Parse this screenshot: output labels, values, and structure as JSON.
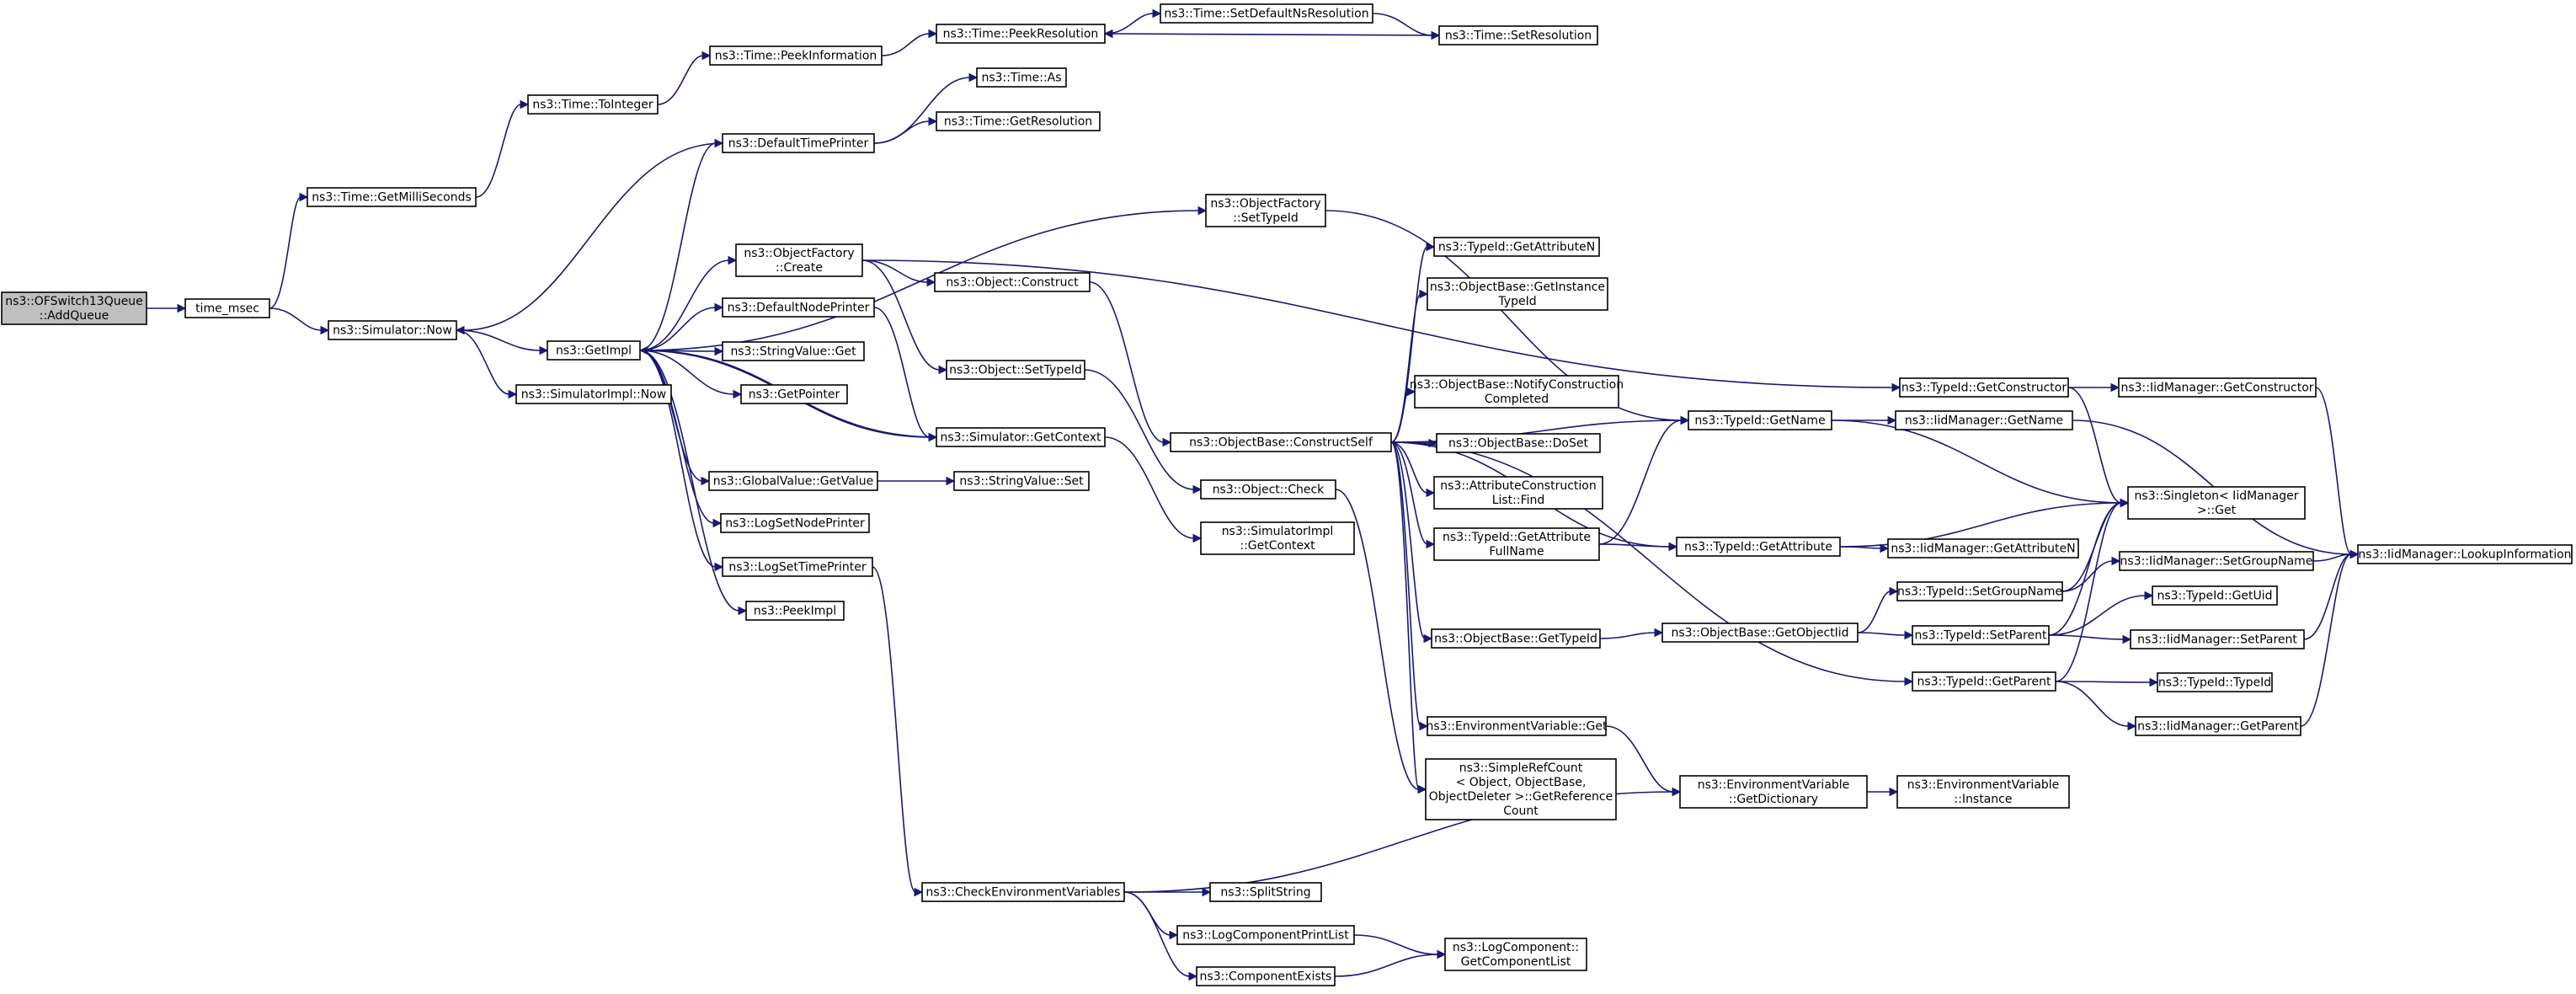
{
  "colors": {
    "edge": "#191970",
    "root_fill": "#bfbfbf",
    "node_fill": "#ffffff",
    "node_border": "#000000"
  },
  "nodes": [
    {
      "id": "root",
      "lines": [
        "ns3::OFSwitch13Queue",
        "::AddQueue"
      ],
      "root": true
    },
    {
      "id": "time_msec",
      "lines": [
        "time_msec"
      ]
    },
    {
      "id": "getmilli",
      "lines": [
        "ns3::Time::GetMilliSeconds"
      ]
    },
    {
      "id": "tointeger",
      "lines": [
        "ns3::Time::ToInteger"
      ]
    },
    {
      "id": "peekinfo",
      "lines": [
        "ns3::Time::PeekInformation"
      ]
    },
    {
      "id": "peekres",
      "lines": [
        "ns3::Time::PeekResolution"
      ]
    },
    {
      "id": "setdefns",
      "lines": [
        "ns3::Time::SetDefaultNsResolution"
      ]
    },
    {
      "id": "setres",
      "lines": [
        "ns3::Time::SetResolution"
      ]
    },
    {
      "id": "timeas",
      "lines": [
        "ns3::Time::As"
      ]
    },
    {
      "id": "getres",
      "lines": [
        "ns3::Time::GetResolution"
      ]
    },
    {
      "id": "deftime",
      "lines": [
        "ns3::DefaultTimePrinter"
      ]
    },
    {
      "id": "simnow",
      "lines": [
        "ns3::Simulator::Now"
      ]
    },
    {
      "id": "getimpl",
      "lines": [
        "ns3::GetImpl"
      ]
    },
    {
      "id": "simimplnow",
      "lines": [
        "ns3::SimulatorImpl::Now"
      ]
    },
    {
      "id": "ofcreate",
      "lines": [
        "ns3::ObjectFactory",
        "::Create"
      ]
    },
    {
      "id": "defnode",
      "lines": [
        "ns3::DefaultNodePrinter"
      ]
    },
    {
      "id": "strget",
      "lines": [
        "ns3::StringValue::Get"
      ]
    },
    {
      "id": "getpointer",
      "lines": [
        "ns3::GetPointer"
      ]
    },
    {
      "id": "simctx",
      "lines": [
        "ns3::Simulator::GetContext"
      ]
    },
    {
      "id": "gvget",
      "lines": [
        "ns3::GlobalValue::GetValue"
      ]
    },
    {
      "id": "strset",
      "lines": [
        "ns3::StringValue::Set"
      ]
    },
    {
      "id": "logsetnode",
      "lines": [
        "ns3::LogSetNodePrinter"
      ]
    },
    {
      "id": "logsettime",
      "lines": [
        "ns3::LogSetTimePrinter"
      ]
    },
    {
      "id": "peekimpl",
      "lines": [
        "ns3::PeekImpl"
      ]
    },
    {
      "id": "simimplctx",
      "lines": [
        "ns3::SimulatorImpl",
        "::GetContext"
      ]
    },
    {
      "id": "ofsettid",
      "lines": [
        "ns3::ObjectFactory",
        "::SetTypeId"
      ]
    },
    {
      "id": "objconstruct",
      "lines": [
        "ns3::Object::Construct"
      ]
    },
    {
      "id": "objsettid",
      "lines": [
        "ns3::Object::SetTypeId"
      ]
    },
    {
      "id": "constructself",
      "lines": [
        "ns3::ObjectBase::ConstructSelf"
      ]
    },
    {
      "id": "objcheck",
      "lines": [
        "ns3::Object::Check"
      ]
    },
    {
      "id": "getattrn",
      "lines": [
        "ns3::TypeId::GetAttributeN"
      ]
    },
    {
      "id": "getinst",
      "lines": [
        "ns3::ObjectBase::GetInstance",
        "TypeId"
      ]
    },
    {
      "id": "notify",
      "lines": [
        "ns3::ObjectBase::NotifyConstruction",
        "Completed"
      ]
    },
    {
      "id": "doset",
      "lines": [
        "ns3::ObjectBase::DoSet"
      ]
    },
    {
      "id": "acfind",
      "lines": [
        "ns3::AttributeConstruction",
        "List::Find"
      ]
    },
    {
      "id": "getattrfull",
      "lines": [
        "ns3::TypeId::GetAttribute",
        "FullName"
      ]
    },
    {
      "id": "obgettid",
      "lines": [
        "ns3::ObjectBase::GetTypeId"
      ]
    },
    {
      "id": "envget",
      "lines": [
        "ns3::EnvironmentVariable::Get"
      ]
    },
    {
      "id": "simplerc",
      "lines": [
        "ns3::SimpleRefCount",
        "< Object, ObjectBase,",
        "ObjectDeleter >::GetReference",
        "Count"
      ]
    },
    {
      "id": "tidgetname",
      "lines": [
        "ns3::TypeId::GetName"
      ]
    },
    {
      "id": "tidgetattr",
      "lines": [
        "ns3::TypeId::GetAttribute"
      ]
    },
    {
      "id": "getobjtid",
      "lines": [
        "ns3::ObjectBase::GetObjectIid"
      ]
    },
    {
      "id": "tidgetparent",
      "lines": [
        "ns3::TypeId::GetParent"
      ]
    },
    {
      "id": "envdict",
      "lines": [
        "ns3::EnvironmentVariable",
        "::GetDictionary"
      ]
    },
    {
      "id": "checkenv",
      "lines": [
        "ns3::CheckEnvironmentVariables"
      ]
    },
    {
      "id": "splitstr",
      "lines": [
        "ns3::SplitString"
      ]
    },
    {
      "id": "logprint",
      "lines": [
        "ns3::LogComponentPrintList"
      ]
    },
    {
      "id": "compexists",
      "lines": [
        "ns3::ComponentExists"
      ]
    },
    {
      "id": "getcomplist",
      "lines": [
        "ns3::LogComponent::",
        "GetComponentList"
      ]
    },
    {
      "id": "envinst",
      "lines": [
        "ns3::EnvironmentVariable",
        "::Instance"
      ]
    },
    {
      "id": "tidgetctor",
      "lines": [
        "ns3::TypeId::GetConstructor"
      ]
    },
    {
      "id": "iidgetname",
      "lines": [
        "ns3::IidManager::GetName"
      ]
    },
    {
      "id": "singleton",
      "lines": [
        "ns3::Singleton< IidManager",
        ">::Get"
      ]
    },
    {
      "id": "iidgetattrn",
      "lines": [
        "ns3::IidManager::GetAttributeN"
      ]
    },
    {
      "id": "setgroup",
      "lines": [
        "ns3::TypeId::SetGroupName"
      ]
    },
    {
      "id": "tidsetparent",
      "lines": [
        "ns3::TypeId::SetParent"
      ]
    },
    {
      "id": "iidgetctor",
      "lines": [
        "ns3::IidManager::GetConstructor"
      ]
    },
    {
      "id": "iidsetgroup",
      "lines": [
        "ns3::IidManager::SetGroupName"
      ]
    },
    {
      "id": "tidgetuid",
      "lines": [
        "ns3::TypeId::GetUid"
      ]
    },
    {
      "id": "iidsetparent",
      "lines": [
        "ns3::IidManager::SetParent"
      ]
    },
    {
      "id": "tidtid",
      "lines": [
        "ns3::TypeId::TypeId"
      ]
    },
    {
      "id": "iidgetparent",
      "lines": [
        "ns3::IidManager::GetParent"
      ]
    },
    {
      "id": "lookup",
      "lines": [
        "ns3::IidManager::LookupInformation"
      ]
    }
  ],
  "edges": [
    [
      "root",
      "time_msec"
    ],
    [
      "time_msec",
      "getmilli"
    ],
    [
      "time_msec",
      "simnow"
    ],
    [
      "getmilli",
      "tointeger"
    ],
    [
      "tointeger",
      "peekinfo"
    ],
    [
      "peekinfo",
      "peekres"
    ],
    [
      "peekres",
      "setdefns"
    ],
    [
      "setdefns",
      "setres"
    ],
    [
      "setres",
      "peekres"
    ],
    [
      "simnow",
      "getimpl"
    ],
    [
      "simnow",
      "simimplnow"
    ],
    [
      "getimpl",
      "deftime"
    ],
    [
      "getimpl",
      "ofcreate"
    ],
    [
      "getimpl",
      "defnode"
    ],
    [
      "getimpl",
      "strget"
    ],
    [
      "getimpl",
      "getpointer"
    ],
    [
      "getimpl",
      "gvget"
    ],
    [
      "getimpl",
      "logsetnode"
    ],
    [
      "getimpl",
      "logsettime"
    ],
    [
      "getimpl",
      "peekimpl"
    ],
    [
      "getimpl",
      "ofsettid"
    ],
    [
      "getimpl",
      "simctx"
    ],
    [
      "simctx",
      "getimpl"
    ],
    [
      "simctx",
      "simimplctx"
    ],
    [
      "deftime",
      "simnow"
    ],
    [
      "deftime",
      "timeas"
    ],
    [
      "deftime",
      "getres"
    ],
    [
      "ofcreate",
      "objconstruct"
    ],
    [
      "ofcreate",
      "objsettid"
    ],
    [
      "ofcreate",
      "tidgetctor"
    ],
    [
      "defnode",
      "simctx"
    ],
    [
      "gvget",
      "strset"
    ],
    [
      "logsettime",
      "checkenv"
    ],
    [
      "ofsettid",
      "tidgetname"
    ],
    [
      "objconstruct",
      "constructself"
    ],
    [
      "objsettid",
      "objcheck"
    ],
    [
      "constructself",
      "getattrn"
    ],
    [
      "constructself",
      "getinst"
    ],
    [
      "constructself",
      "notify"
    ],
    [
      "constructself",
      "doset"
    ],
    [
      "constructself",
      "acfind"
    ],
    [
      "constructself",
      "getattrfull"
    ],
    [
      "constructself",
      "obgettid"
    ],
    [
      "constructself",
      "envget"
    ],
    [
      "constructself",
      "simplerc"
    ],
    [
      "constructself",
      "tidgetname"
    ],
    [
      "constructself",
      "tidgetattr"
    ],
    [
      "constructself",
      "tidgetparent"
    ],
    [
      "objcheck",
      "simplerc"
    ],
    [
      "getattrfull",
      "tidgetname"
    ],
    [
      "getattrfull",
      "tidgetattr"
    ],
    [
      "obgettid",
      "getobjtid"
    ],
    [
      "getobjtid",
      "setgroup"
    ],
    [
      "getobjtid",
      "tidsetparent"
    ],
    [
      "envget",
      "envdict"
    ],
    [
      "envdict",
      "envinst"
    ],
    [
      "checkenv",
      "envdict"
    ],
    [
      "checkenv",
      "splitstr"
    ],
    [
      "checkenv",
      "logprint"
    ],
    [
      "checkenv",
      "compexists"
    ],
    [
      "logprint",
      "getcomplist"
    ],
    [
      "compexists",
      "getcomplist"
    ],
    [
      "tidgetname",
      "iidgetname"
    ],
    [
      "tidgetname",
      "singleton"
    ],
    [
      "tidgetattr",
      "singleton"
    ],
    [
      "tidgetattr",
      "iidgetattrn"
    ],
    [
      "tidgetctor",
      "iidgetctor"
    ],
    [
      "tidgetctor",
      "singleton"
    ],
    [
      "iidgetname",
      "lookup"
    ],
    [
      "iidgetctor",
      "lookup"
    ],
    [
      "setgroup",
      "singleton"
    ],
    [
      "setgroup",
      "iidsetgroup"
    ],
    [
      "tidsetparent",
      "singleton"
    ],
    [
      "tidsetparent",
      "tidgetuid"
    ],
    [
      "tidsetparent",
      "iidsetparent"
    ],
    [
      "tidgetparent",
      "singleton"
    ],
    [
      "tidgetparent",
      "tidtid"
    ],
    [
      "tidgetparent",
      "iidgetparent"
    ],
    [
      "iidsetgroup",
      "lookup"
    ],
    [
      "iidsetparent",
      "lookup"
    ],
    [
      "iidgetparent",
      "lookup"
    ]
  ]
}
